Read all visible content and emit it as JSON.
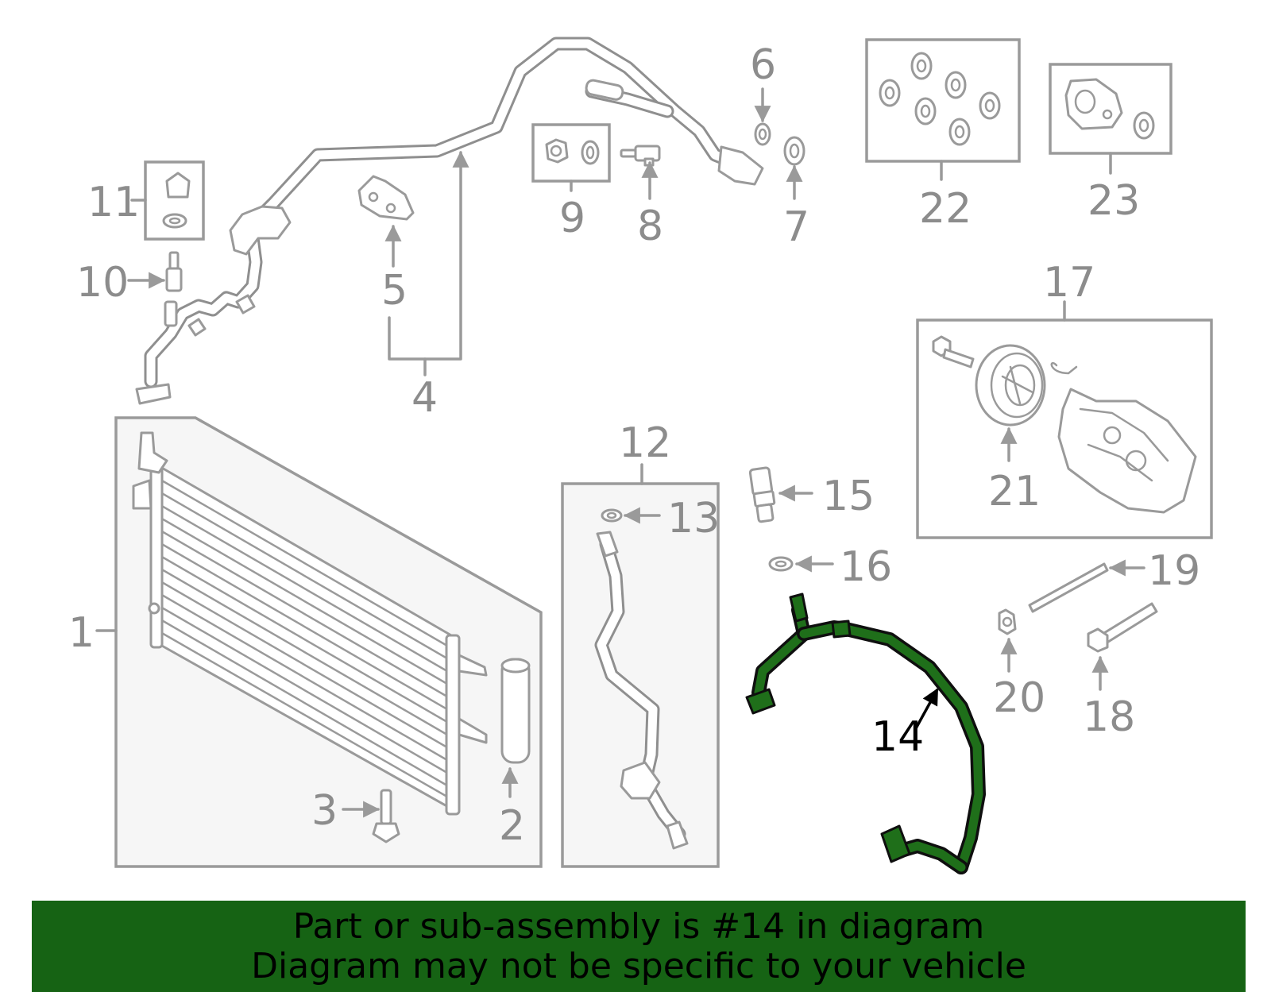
{
  "labels": {
    "n1": "1",
    "n2": "2",
    "n3": "3",
    "n4": "4",
    "n5": "5",
    "n6": "6",
    "n7": "7",
    "n8": "8",
    "n9": "9",
    "n10": "10",
    "n11": "11",
    "n12": "12",
    "n13": "13",
    "n14": "14",
    "n15": "15",
    "n16": "16",
    "n17": "17",
    "n18": "18",
    "n19": "19",
    "n20": "20",
    "n21": "21",
    "n22": "22",
    "n23": "23"
  },
  "highlight": {
    "part_number": "14",
    "color": "#1f6f1a"
  },
  "banner": {
    "line1": "Part or sub-assembly is #14 in diagram",
    "line2": "Diagram may not be specific to your vehicle",
    "background": "#166314"
  }
}
